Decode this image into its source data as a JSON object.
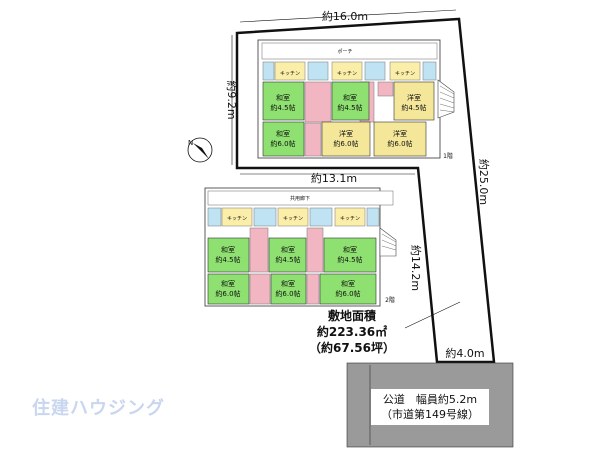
{
  "dimensions": {
    "top": "約16.0m",
    "left_upper": "約9.2m",
    "middle": "約13.1m",
    "right": "約25.0m",
    "inner_right": "約14.2m",
    "road_frontage": "約4.0m"
  },
  "site_area": {
    "label": "敷地面積",
    "sqm": "約223.36㎡",
    "tsubo": "（約67.56坪）"
  },
  "road": {
    "line1": "公道　幅員約5.2m",
    "line2": "（市道第149号線）"
  },
  "floor1": {
    "label": "1階",
    "porch": "ポーチ",
    "kitchens": [
      "キッチン",
      "キッチン",
      "キッチン"
    ],
    "rooms_row1": [
      {
        "type": "和室",
        "size": "約4.5帖"
      },
      {
        "type": "和室",
        "size": "約4.5帖"
      },
      {
        "type": "洋室",
        "size": "約4.5帖"
      }
    ],
    "rooms_row2": [
      {
        "type": "和室",
        "size": "約6.0帖"
      },
      {
        "type": "洋室",
        "size": "約6.0帖"
      },
      {
        "type": "洋室",
        "size": "約6.0帖"
      }
    ]
  },
  "floor2": {
    "label": "2階",
    "corridor": "共用廊下",
    "kitchens": [
      "キッチン",
      "キッチン",
      "キッチン"
    ],
    "rooms_row1": [
      {
        "type": "和室",
        "size": "約4.5帖"
      },
      {
        "type": "和室",
        "size": "約4.5帖"
      },
      {
        "type": "和室",
        "size": "約4.5帖"
      }
    ],
    "rooms_row2": [
      {
        "type": "和室",
        "size": "約6.0帖"
      },
      {
        "type": "和室",
        "size": "約6.0帖"
      },
      {
        "type": "和室",
        "size": "約6.0帖"
      }
    ]
  },
  "watermark": "住建ハウジング",
  "colors": {
    "room_green": "#8ee070",
    "room_yellow": "#f4e79a",
    "kitchen_yellow": "#fbeea8",
    "bath_blue": "#bfe3f2",
    "hall_pink": "#f1b6c2",
    "road_gray": "#9a9a9a"
  }
}
